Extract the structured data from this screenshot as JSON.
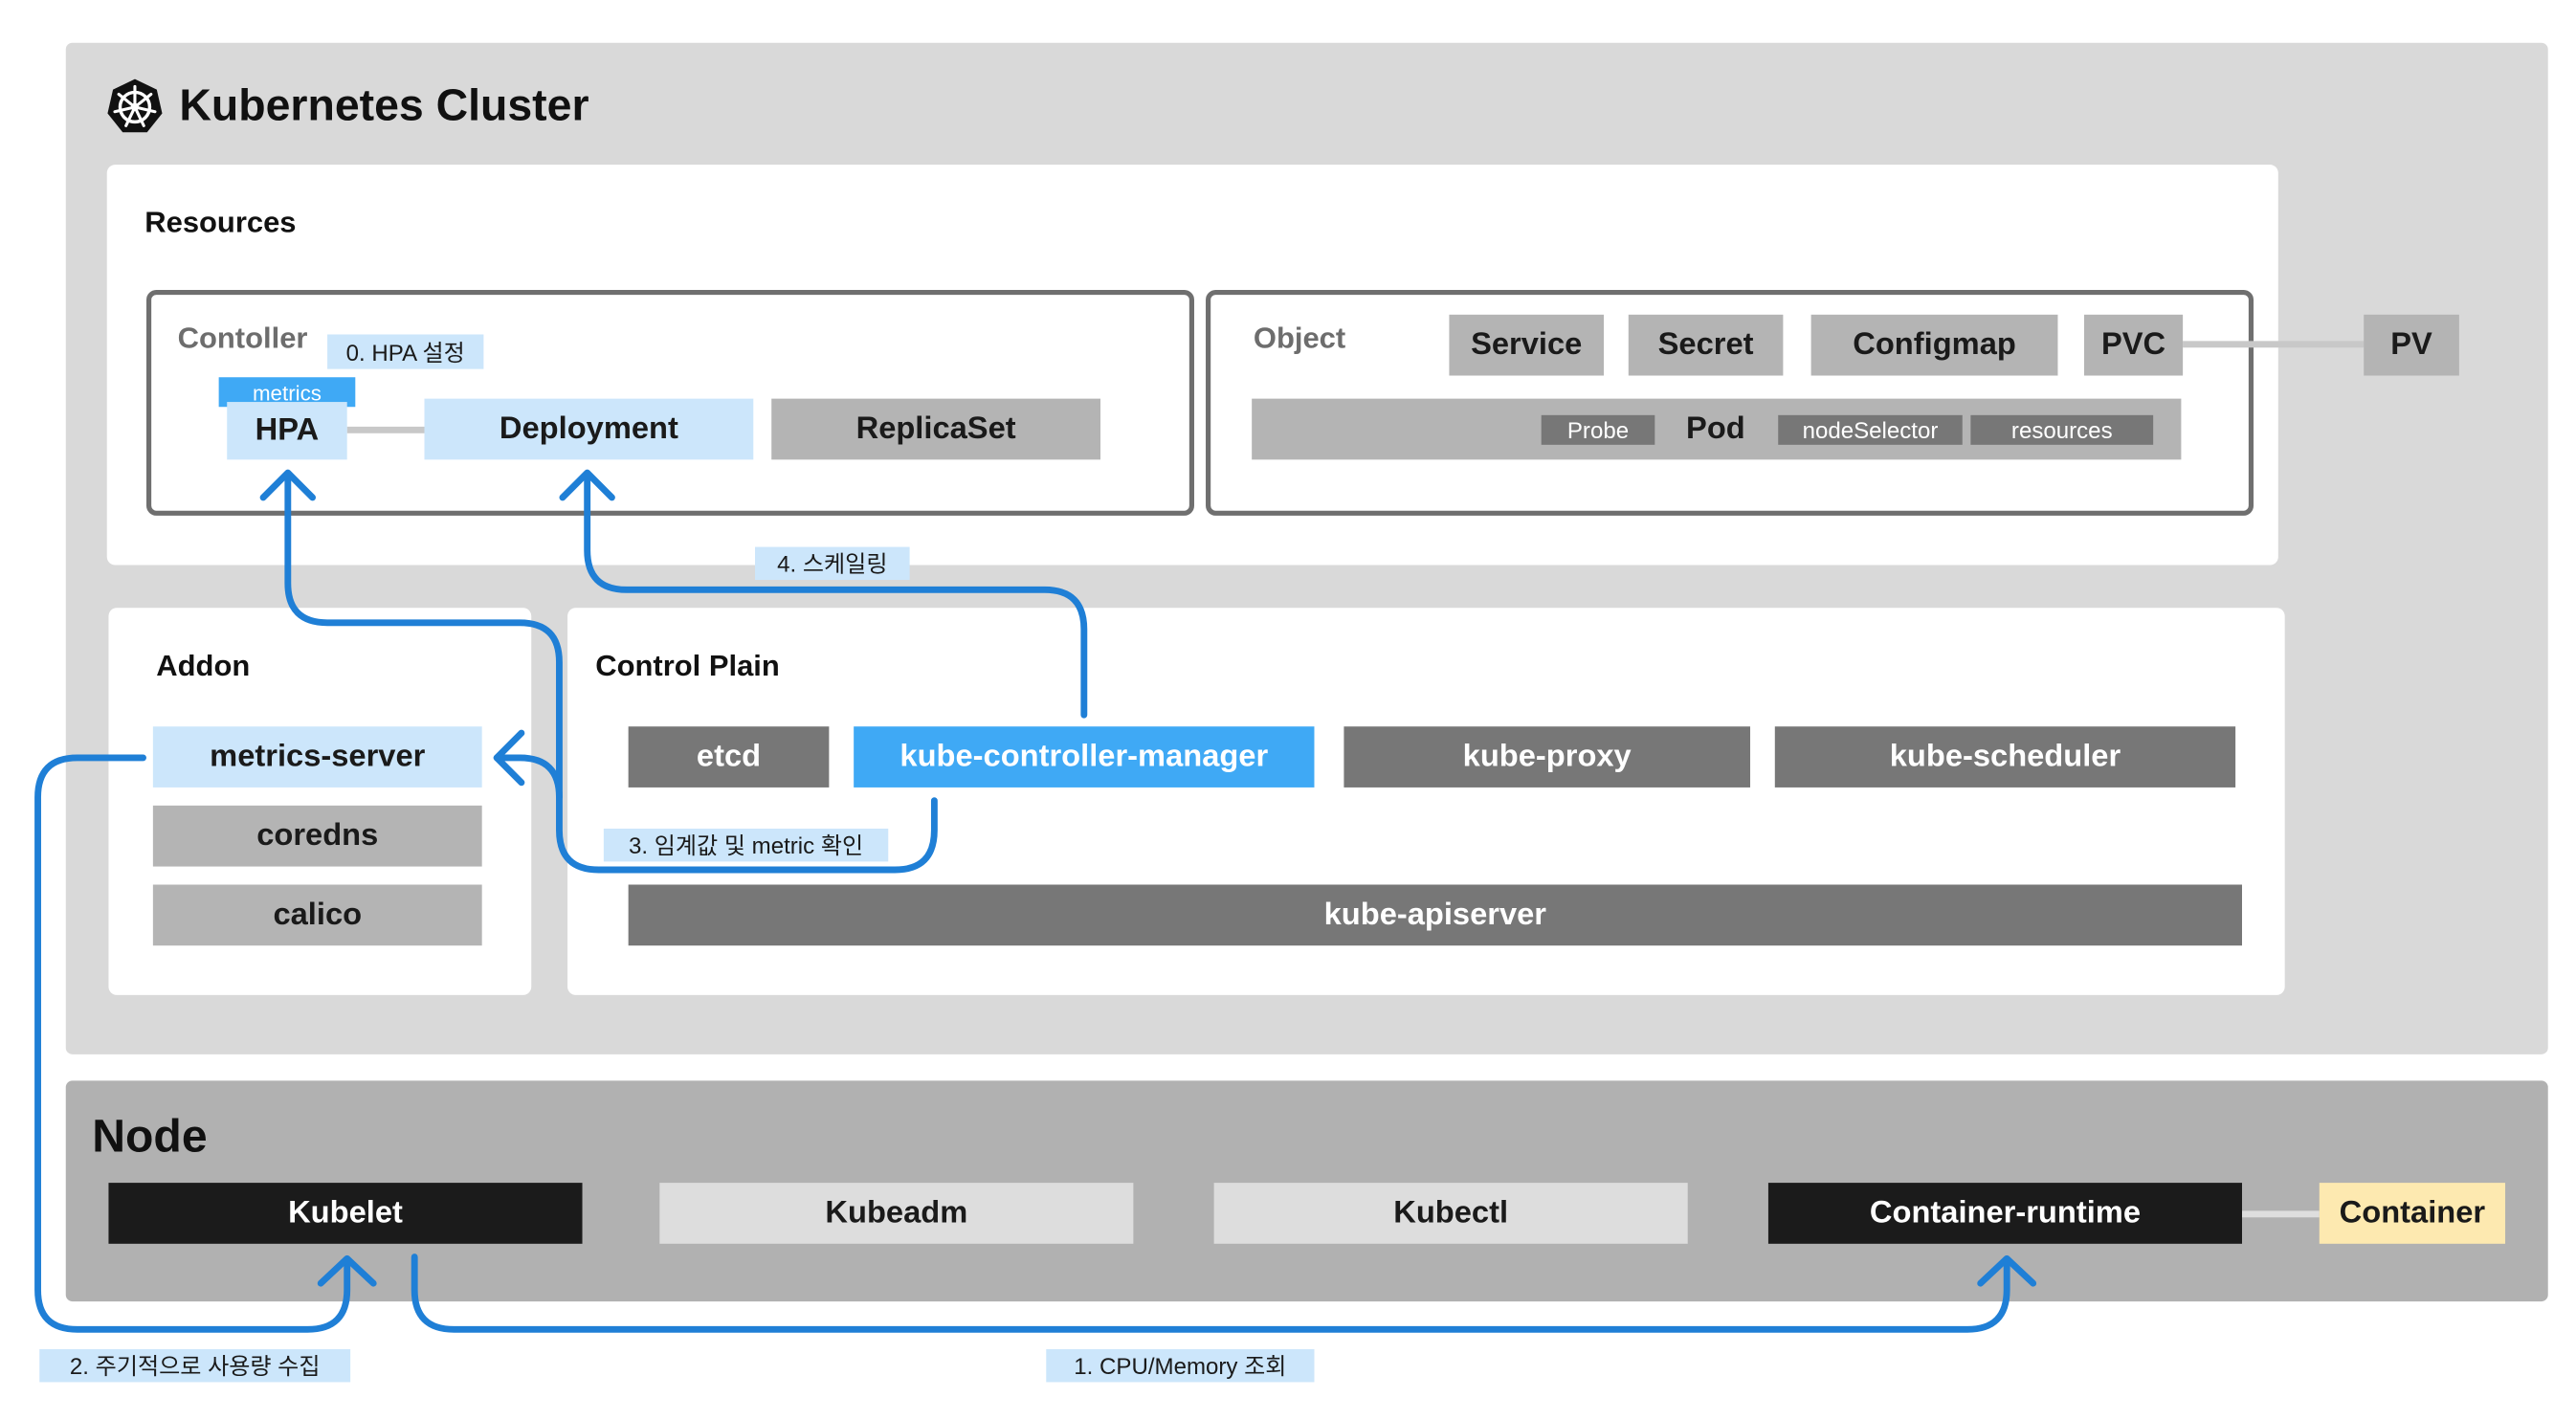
{
  "cluster": {
    "title": "Kubernetes Cluster",
    "icon": "kubernetes-helm-icon",
    "resources": {
      "title": "Resources",
      "controller": {
        "title": "Contoller",
        "hpa_setup_tag": "0. HPA 설정",
        "metrics_tag": "metrics",
        "hpa": "HPA",
        "deployment": "Deployment",
        "replicaset": "ReplicaSet"
      },
      "object": {
        "title": "Object",
        "service": "Service",
        "secret": "Secret",
        "configmap": "Configmap",
        "pvc": "PVC",
        "pv": "PV",
        "pod": "Pod",
        "probe": "Probe",
        "node_selector": "nodeSelector",
        "resources_tag": "resources"
      }
    },
    "scaling_tag": "4. 스케일링",
    "addon": {
      "title": "Addon",
      "items": [
        "metrics-server",
        "coredns",
        "calico"
      ]
    },
    "control_plane": {
      "title": "Control Plain",
      "etcd": "etcd",
      "kcm": "kube-controller-manager",
      "proxy": "kube-proxy",
      "scheduler": "kube-scheduler",
      "apiserver": "kube-apiserver",
      "threshold_tag": "3. 임계값 및 metric 확인"
    }
  },
  "node": {
    "title": "Node",
    "kubelet": "Kubelet",
    "kubeadm": "Kubeadm",
    "kubectl": "Kubectl",
    "runtime": "Container-runtime",
    "container": "Container"
  },
  "flow_tags": {
    "collect": "2. 주기적으로 사용량 수집",
    "cpu_memory": "1. CPU/Memory 조회"
  },
  "colors": {
    "arrow": "#1f7fd6",
    "accent_blue": "#3fa9f5",
    "light_blue": "#cce6fb",
    "container_yellow": "#fde9b0"
  }
}
